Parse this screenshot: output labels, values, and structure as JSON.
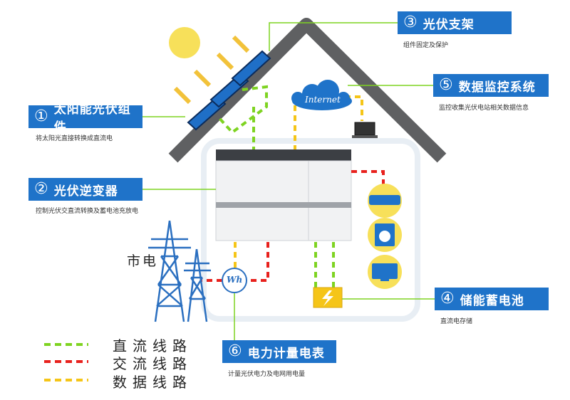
{
  "callouts": [
    {
      "num": "①",
      "title": "太阳能光伏组件",
      "desc": "将太阳光直接转换成直流电"
    },
    {
      "num": "②",
      "title": "光伏逆变器",
      "desc": "控制光伏交直流转换及蓄电池充放电"
    },
    {
      "num": "③",
      "title": "光伏支架",
      "desc": "组件固定及保护"
    },
    {
      "num": "④",
      "title": "储能蓄电池",
      "desc": "直流电存储"
    },
    {
      "num": "⑤",
      "title": "数据监控系统",
      "desc": "监控收集光伏电站相关数据信息"
    },
    {
      "num": "⑥",
      "title": "电力计量电表",
      "desc": "计量光伏电力及电网用电量"
    }
  ],
  "grid_label": "市电",
  "internet_label": "Internet",
  "meter_label": "Wh",
  "legend": [
    {
      "label": "直流线路",
      "color": "#7ed321"
    },
    {
      "label": "交流线路",
      "color": "#e8211d"
    },
    {
      "label": "数据线路",
      "color": "#f5c518"
    }
  ],
  "colors": {
    "callout_bg": "#1f73c9",
    "roof": "#5f6062",
    "dc_line": "#7ed321",
    "ac_line": "#e8211d",
    "data_line": "#f5c518",
    "sun": "#f7e05a",
    "panel": "#1f6fc7",
    "tower": "#2a6fc0"
  },
  "icons": [
    "sun-icon",
    "solar-panel-icon",
    "cloud-icon",
    "laptop-icon",
    "air-conditioner-icon",
    "washing-machine-icon",
    "tv-icon",
    "battery-icon",
    "meter-icon",
    "transmission-tower-icon"
  ]
}
